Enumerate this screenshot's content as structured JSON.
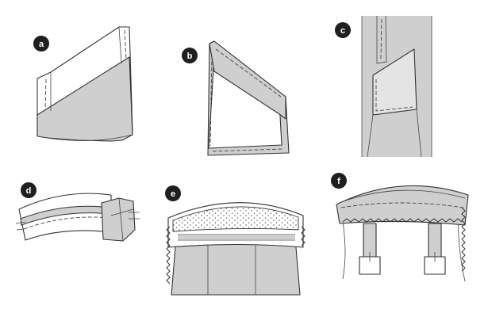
{
  "panels": [
    {
      "id": "a",
      "label": "a"
    },
    {
      "id": "b",
      "label": "b"
    },
    {
      "id": "c",
      "label": "c"
    },
    {
      "id": "d",
      "label": "d"
    },
    {
      "id": "e",
      "label": "e"
    },
    {
      "id": "f",
      "label": "f"
    }
  ],
  "colors": {
    "fabric": "#cfcfcf",
    "fabric_light": "#e4e4e4",
    "outline": "#333333",
    "paper": "#ffffff",
    "badge": "#1f1f1f"
  }
}
